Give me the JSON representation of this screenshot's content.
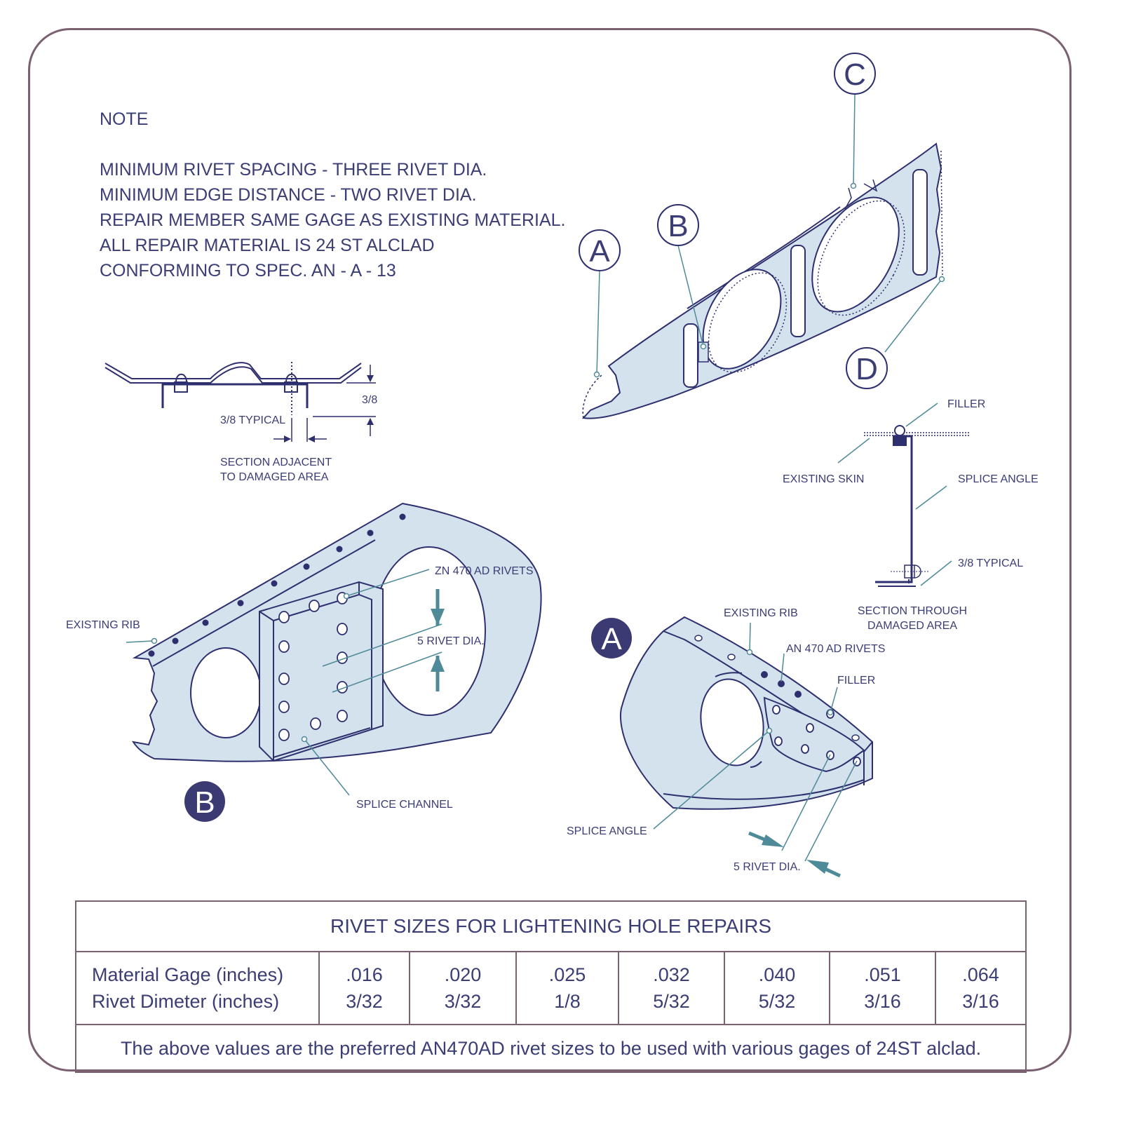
{
  "note": {
    "heading": "NOTE",
    "lines": [
      "MINIMUM RIVET SPACING - THREE RIVET DIA.",
      "MINIMUM EDGE DISTANCE - TWO RIVET DIA.",
      "REPAIR MEMBER SAME GAGE AS EXISTING MATERIAL.",
      "ALL REPAIR MATERIAL IS 24 ST ALCLAD",
      "CONFORMING TO SPEC. AN - A - 13"
    ]
  },
  "section_adjacent": {
    "dim_right": "3/8",
    "dim_typical": "3/8 TYPICAL",
    "caption_line1": "SECTION ADJACENT",
    "caption_line2": "TO DAMAGED AREA"
  },
  "rib_view": {
    "callouts": [
      "A",
      "B",
      "C",
      "D"
    ]
  },
  "section_damaged": {
    "filler": "FILLER",
    "existing_skin": "EXISTING SKIN",
    "splice_angle": "SPLICE ANGLE",
    "typical": "3/8 TYPICAL",
    "caption_line1": "SECTION THROUGH",
    "caption_line2": "DAMAGED AREA"
  },
  "detail_b": {
    "badge": "B",
    "existing_rib": "EXISTING RIB",
    "rivets": "ZN 470 AD RIVETS",
    "rivet_dia": "5 RIVET DIA.",
    "splice_channel": "SPLICE CHANNEL"
  },
  "detail_a": {
    "badge": "A",
    "existing_rib": "EXISTING RIB",
    "rivets": "AN 470 AD RIVETS",
    "filler": "FILLER",
    "splice_angle": "SPLICE ANGLE",
    "rivet_dia": "5 RIVET DIA."
  },
  "table": {
    "title": "RIVET SIZES FOR LIGHTENING HOLE REPAIRS",
    "row_label_1": "Material Gage (inches)",
    "row_label_2": "Rivet Dimeter  (inches)",
    "columns": [
      {
        "gage": ".016",
        "rivet": "3/32"
      },
      {
        "gage": ".020",
        "rivet": "3/32"
      },
      {
        "gage": ".025",
        "rivet": "1/8"
      },
      {
        "gage": ".032",
        "rivet": "5/32"
      },
      {
        "gage": ".040",
        "rivet": "5/32"
      },
      {
        "gage": ".051",
        "rivet": "3/16"
      },
      {
        "gage": ".064",
        "rivet": "3/16"
      }
    ],
    "footnote": "The above values are the preferred AN470AD rivet sizes to be used with various gages of 24ST alclad."
  },
  "colors": {
    "ink": "#2e2f6e",
    "fill": "#d3e2ec",
    "leader": "#4f8a98",
    "badge": "#3b3a73",
    "frame": "#7a6070"
  }
}
